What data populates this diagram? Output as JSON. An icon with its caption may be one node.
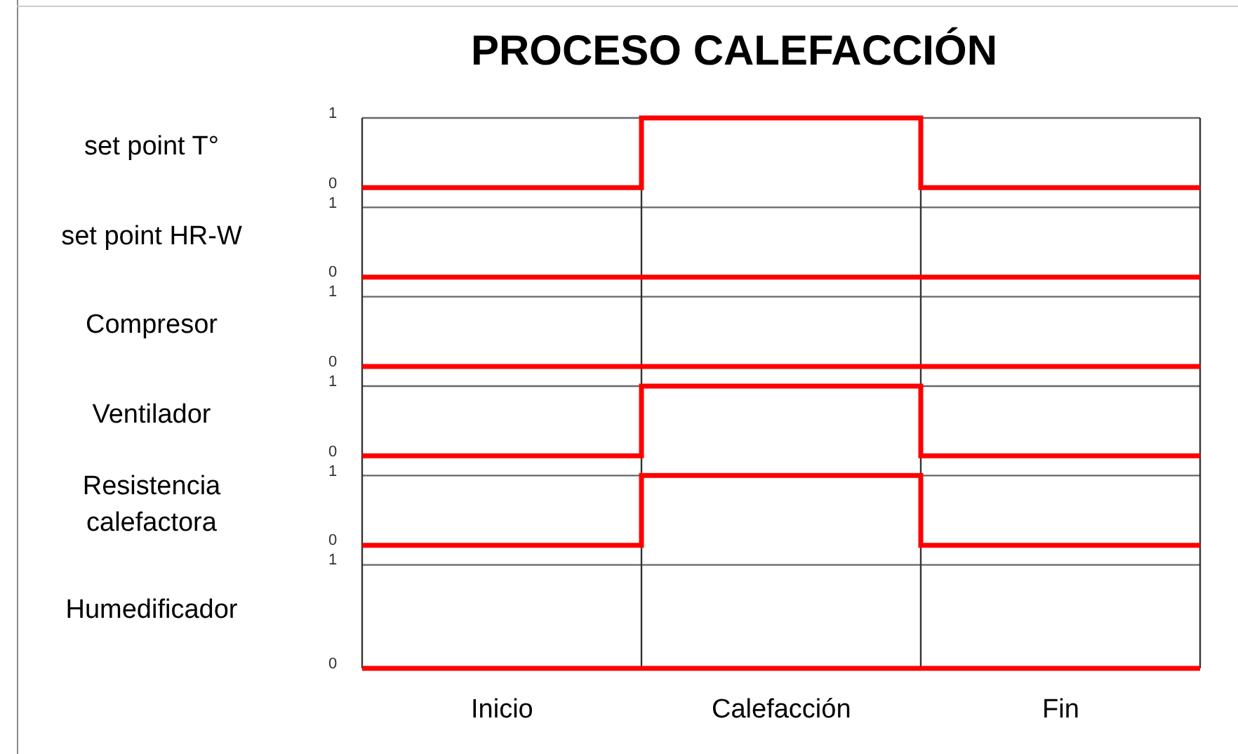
{
  "diagram": {
    "title": "PROCESO CALEFACCIÓN",
    "labels": [
      "1",
      "set point T°",
      "0",
      "1",
      "set point HR-W",
      "0",
      "1",
      "Compresor",
      "0",
      "1",
      "Ventilador",
      "0",
      "1",
      "Resistencia calefactora",
      "0",
      "1",
      "Humedificador",
      "0",
      "Inicio",
      "Calefacción",
      "Fin"
    ]
  }
}
